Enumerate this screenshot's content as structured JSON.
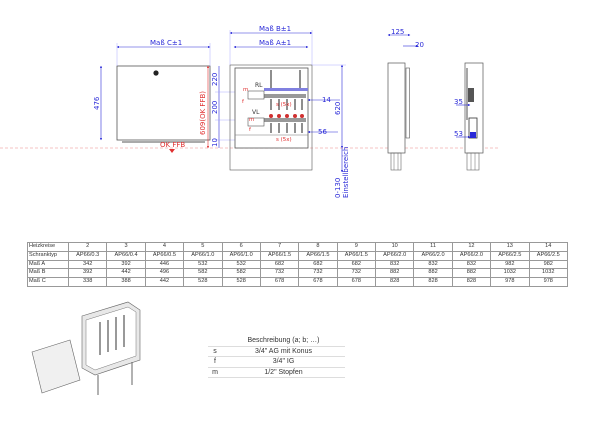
{
  "drawing": {
    "mass_c": "Maß C±1",
    "mass_b": "Maß B±1",
    "mass_a": "Maß A±1",
    "dim_476": "476",
    "ok_ffb": "OK FFB",
    "dim_609": "609(OK FFB)",
    "dim_220": "220",
    "dim_200": "200",
    "dim_10": "10",
    "dim_620": "620",
    "dim_14": "14",
    "dim_56": "56",
    "dim_0_130": "0-130",
    "einstellbereich": "Einstellbereich",
    "rl": "RL",
    "vl": "VL",
    "s5x": "s (5x)",
    "m": "m",
    "f": "f",
    "dim_125": "125",
    "dim_20": "20",
    "dim_35": "35",
    "dim_53": "53"
  },
  "spec_table": {
    "rows": [
      [
        "Heizkreise",
        "2",
        "3",
        "4",
        "5",
        "6",
        "7",
        "8",
        "9",
        "10",
        "11",
        "12",
        "13",
        "14"
      ],
      [
        "Schranktyp",
        "AP66/0.3",
        "AP66/0.4",
        "AP66/0.5",
        "AP66/1.0",
        "AP66/1.0",
        "AP66/1.5",
        "AP66/1.5",
        "AP66/1.5",
        "AP66/2.0",
        "AP66/2.0",
        "AP66/2.0",
        "AP66/2.5",
        "AP66/2.5"
      ],
      [
        "Maß A",
        "342",
        "392",
        "446",
        "532",
        "532",
        "682",
        "682",
        "682",
        "832",
        "832",
        "832",
        "982",
        "982"
      ],
      [
        "Maß B",
        "392",
        "442",
        "496",
        "582",
        "582",
        "732",
        "732",
        "732",
        "882",
        "882",
        "882",
        "1032",
        "1032"
      ],
      [
        "Maß C",
        "338",
        "388",
        "442",
        "528",
        "528",
        "678",
        "678",
        "678",
        "828",
        "828",
        "828",
        "978",
        "978"
      ]
    ]
  },
  "legend": {
    "header": "Beschreibung (a; b; …)",
    "rows": [
      {
        "key": "s",
        "desc": "3/4\" AG mit Konus"
      },
      {
        "key": "f",
        "desc": "3/4\" IG"
      },
      {
        "key": "m",
        "desc": "1/2\" Stopfen"
      }
    ]
  }
}
